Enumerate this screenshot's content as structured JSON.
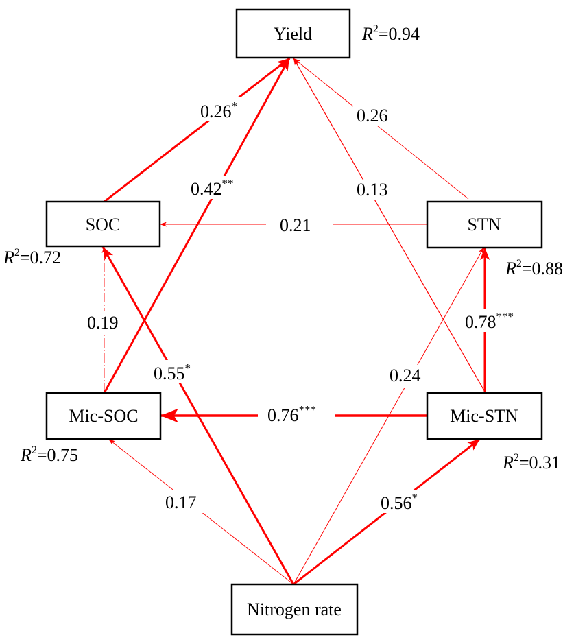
{
  "colors": {
    "path": "#ff0000",
    "box": "#000000",
    "text": "#000000"
  },
  "nodes": {
    "yield": {
      "label": "Yield"
    },
    "soc": {
      "label": "SOC"
    },
    "stn": {
      "label": "STN"
    },
    "mic_soc": {
      "label": "Mic-SOC"
    },
    "mic_stn": {
      "label": "Mic-STN"
    },
    "nitrogen_rate": {
      "label": "Nitrogen rate"
    }
  },
  "r_squared": {
    "yield": {
      "symbol": "R",
      "power": "2",
      "value": "=0.94"
    },
    "soc": {
      "symbol": "R",
      "power": "2",
      "value": "=0.72"
    },
    "stn": {
      "symbol": "R",
      "power": "2",
      "value": "=0.88"
    },
    "mic_soc": {
      "symbol": "R",
      "power": "2",
      "value": "=0.75"
    },
    "mic_stn": {
      "symbol": "R",
      "power": "2",
      "value": "=0.31"
    }
  },
  "paths": {
    "soc_yield": {
      "from": "SOC",
      "to": "Yield",
      "coef": "0.26",
      "sig": "*"
    },
    "micsoc_yield": {
      "from": "Mic-SOC",
      "to": "Yield",
      "coef": "0.42",
      "sig": "**"
    },
    "micstn_yield": {
      "from": "Mic-STN",
      "to": "Yield",
      "coef": "0.13",
      "sig": ""
    },
    "stn_yield": {
      "from": "STN",
      "to": "Yield",
      "coef": "0.26",
      "sig": ""
    },
    "stn_soc": {
      "from": "STN",
      "to": "SOC",
      "coef": "0.21",
      "sig": ""
    },
    "micsoc_soc": {
      "from": "Mic-SOC",
      "to": "SOC",
      "coef": "0.19",
      "sig": ""
    },
    "nrate_soc": {
      "from": "Nitrogen rate",
      "to": "SOC",
      "coef": "0.55",
      "sig": "*"
    },
    "micstn_stn": {
      "from": "Mic-STN",
      "to": "STN",
      "coef": "0.78",
      "sig": "***"
    },
    "nrate_stn": {
      "from": "Nitrogen rate",
      "to": "STN",
      "coef": "0.24",
      "sig": ""
    },
    "micstn_micsoc": {
      "from": "Mic-STN",
      "to": "Mic-SOC",
      "coef": "0.76",
      "sig": "***"
    },
    "nrate_micsoc": {
      "from": "Nitrogen rate",
      "to": "Mic-SOC",
      "coef": "0.17",
      "sig": ""
    },
    "nrate_micstn": {
      "from": "Nitrogen rate",
      "to": "Mic-STN",
      "coef": "0.56",
      "sig": "*"
    }
  }
}
